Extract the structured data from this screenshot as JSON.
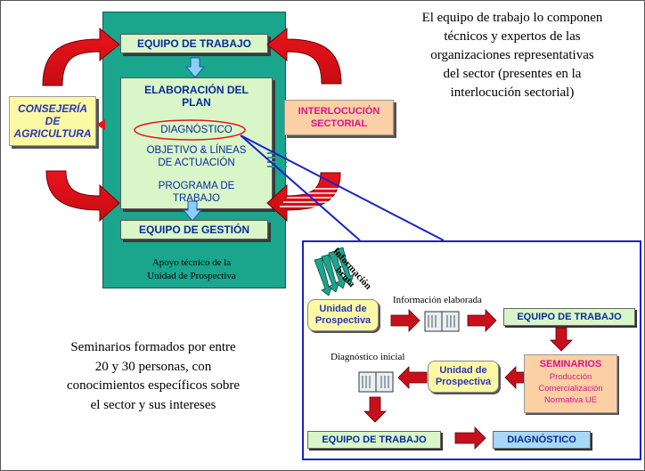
{
  "main": {
    "equipo_trabajo": "EQUIPO DE TRABAJO",
    "plan_title_1": "ELABORACIÓN DEL",
    "plan_title_2": "PLAN",
    "diagnostico": "DIAGNÓSTICO",
    "objetivo_1": "OBJETIVO & LÍNEAS",
    "objetivo_2": "DE ACTUACIÓN",
    "programa_1": "PROGRAMA DE",
    "programa_2": "TRABAJO",
    "equipo_gestion": "EQUIPO DE GESTIÓN",
    "apoyo_1": "Apoyo técnico de la",
    "apoyo_2": "Unidad de Prospectiva"
  },
  "side": {
    "consejeria_1": "CONSEJERÍA",
    "consejeria_2": "DE",
    "consejeria_3": "AGRICULTURA",
    "interlocucion_1": "INTERLOCUCIÓN",
    "interlocucion_2": "SECTORIAL"
  },
  "notes": {
    "top_1": "El equipo de trabajo lo componen",
    "top_2": "técnicos y expertos de las",
    "top_3": "organizaciones representativas",
    "top_4": "del sector (presentes en la",
    "top_5": "interlocución sectorial)",
    "bottom_1": "Seminarios formados por entre",
    "bottom_2": "20 y 30 personas, con",
    "bottom_3": "conocimientos específicos sobre",
    "bottom_4": "el sector y sus intereses"
  },
  "detail": {
    "info_bruta_1": "Información",
    "info_bruta_2": "bruta",
    "unidad_1": "Unidad de",
    "unidad_2": "Prospectiva",
    "info_elaborada": "Información elaborada",
    "equipo_trabajo": "EQUIPO DE TRABAJO",
    "seminarios": "SEMINARIOS",
    "produccion": "Producción",
    "comercializacion": "Comercialización",
    "normativa": "Normativa UE",
    "diag_inicial": "Diagnóstico inicial",
    "equipo_trabajo_2": "EQUIPO DE TRABAJO",
    "diagnostico": "DIAGNÓSTICO"
  },
  "colors": {
    "teal": "#1aa58d",
    "green_box": "#d8f6c8",
    "text_blue": "#0a2a9a",
    "yellow_box": "#fbf9a4",
    "orange_box": "#fbd0a4",
    "magenta": "#d8148c",
    "red_arrow": "#e8141c",
    "blue_border": "#1a23c8"
  }
}
